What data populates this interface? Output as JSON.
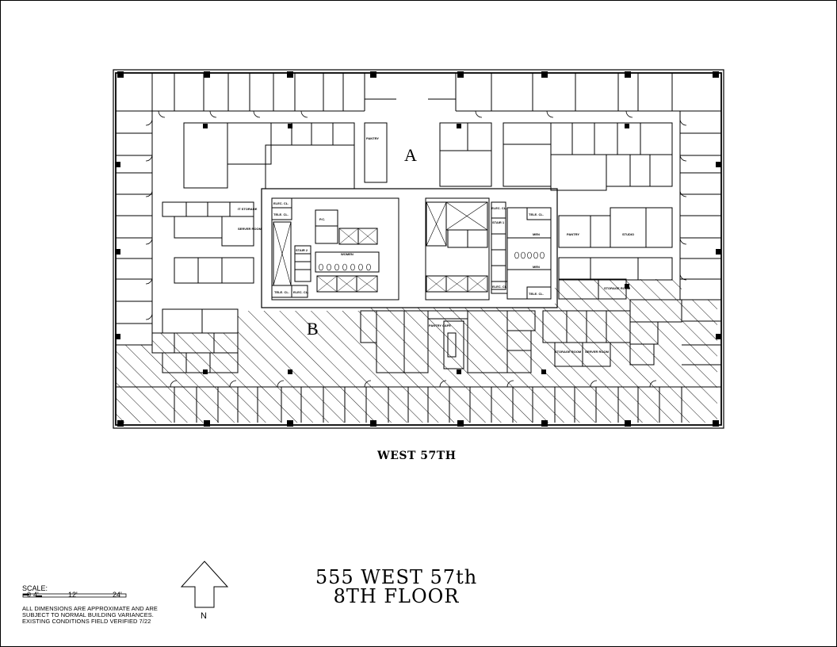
{
  "plan": {
    "zone_a": "A",
    "zone_b": "B",
    "room_labels": {
      "pantry_a": "PANTRY",
      "pantry_east": "PANTRY",
      "studio": "STUDIO",
      "it_storage": "IT STORAGE",
      "server_room_west": "SERVER ROOM",
      "server_room_south": "SERVER ROOM",
      "storage_room_south": "STORAGE ROOM",
      "storage_room_east": "STORAGE ROOM",
      "pantry_cafe": "PANTRY CAFE",
      "women": "WOMEN",
      "men_upper": "MEN",
      "men_lower": "MEN",
      "elec_cl_1": "ELEC. CL.",
      "tele_cl_1": "TELE. CL.",
      "tele_cl_2": "TELE. CL.",
      "elec_cl_2": "ELEC. CL.",
      "elec_cl_3": "ELEC. CL.",
      "elec_cl_4": "ELEC. CL.",
      "tele_cl_3": "TELE. CL.",
      "tele_cl_4": "TELE. CL.",
      "stair_1": "STAIR 1",
      "stair_2": "STAIR 2",
      "pc": "P.C."
    },
    "colors": {
      "line": "#000000",
      "hatch": "#000000",
      "background": "#ffffff"
    }
  },
  "street_label": "WEST 57TH",
  "title": {
    "line1": "555 WEST 57th",
    "line2": "8TH FLOOR"
  },
  "scale": {
    "label": "SCALE:",
    "ticks": [
      "0",
      "4'",
      "12'",
      "24'"
    ],
    "note_line1": "ALL DIMENSIONS ARE APPROXIMATE AND ARE",
    "note_line2": "SUBJECT TO NORMAL BUILDING VARIANCES.",
    "note_line3": "EXISTING CONDITIONS FIELD VERIFIED 7/22"
  },
  "north": {
    "letter": "N",
    "icon": "north-arrow-icon"
  }
}
